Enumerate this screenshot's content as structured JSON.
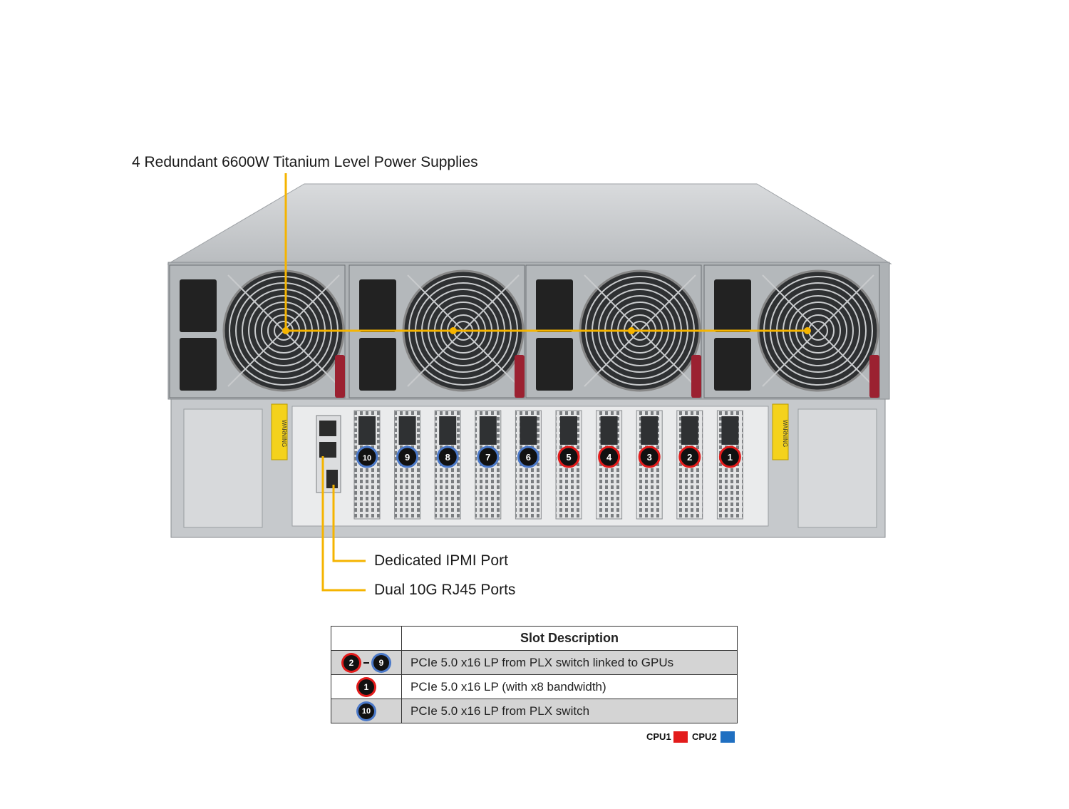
{
  "callouts": {
    "power_supplies": "4 Redundant 6600W Titanium Level Power Supplies",
    "ipmi": "Dedicated IPMI Port",
    "rj45": "Dual 10G RJ45 Ports"
  },
  "slots": [
    {
      "label": "10",
      "cpu": "CPU2"
    },
    {
      "label": "9",
      "cpu": "CPU2"
    },
    {
      "label": "8",
      "cpu": "CPU2"
    },
    {
      "label": "7",
      "cpu": "CPU2"
    },
    {
      "label": "6",
      "cpu": "CPU2"
    },
    {
      "label": "5",
      "cpu": "CPU1"
    },
    {
      "label": "4",
      "cpu": "CPU1"
    },
    {
      "label": "3",
      "cpu": "CPU1"
    },
    {
      "label": "2",
      "cpu": "CPU1"
    },
    {
      "label": "1",
      "cpu": "CPU1"
    }
  ],
  "warning_label": "WARNING",
  "table": {
    "header": "Slot Description",
    "rows": [
      {
        "badge_a": "2",
        "badge_b": "9",
        "description": "PCIe 5.0 x16 LP from PLX switch linked to GPUs"
      },
      {
        "badge_a": "1",
        "description": "PCIe 5.0 x16 LP (with x8 bandwidth)"
      },
      {
        "badge_a": "10",
        "description": "PCIe 5.0 x16 LP from PLX switch"
      }
    ]
  },
  "legend": {
    "cpu1_label": "CPU1",
    "cpu1_color": "#e31b1b",
    "cpu2_label": "CPU2",
    "cpu2_color": "#1f6fc1"
  },
  "colors": {
    "callout_line": "#f5b400",
    "chassis": "#c8cbce"
  }
}
